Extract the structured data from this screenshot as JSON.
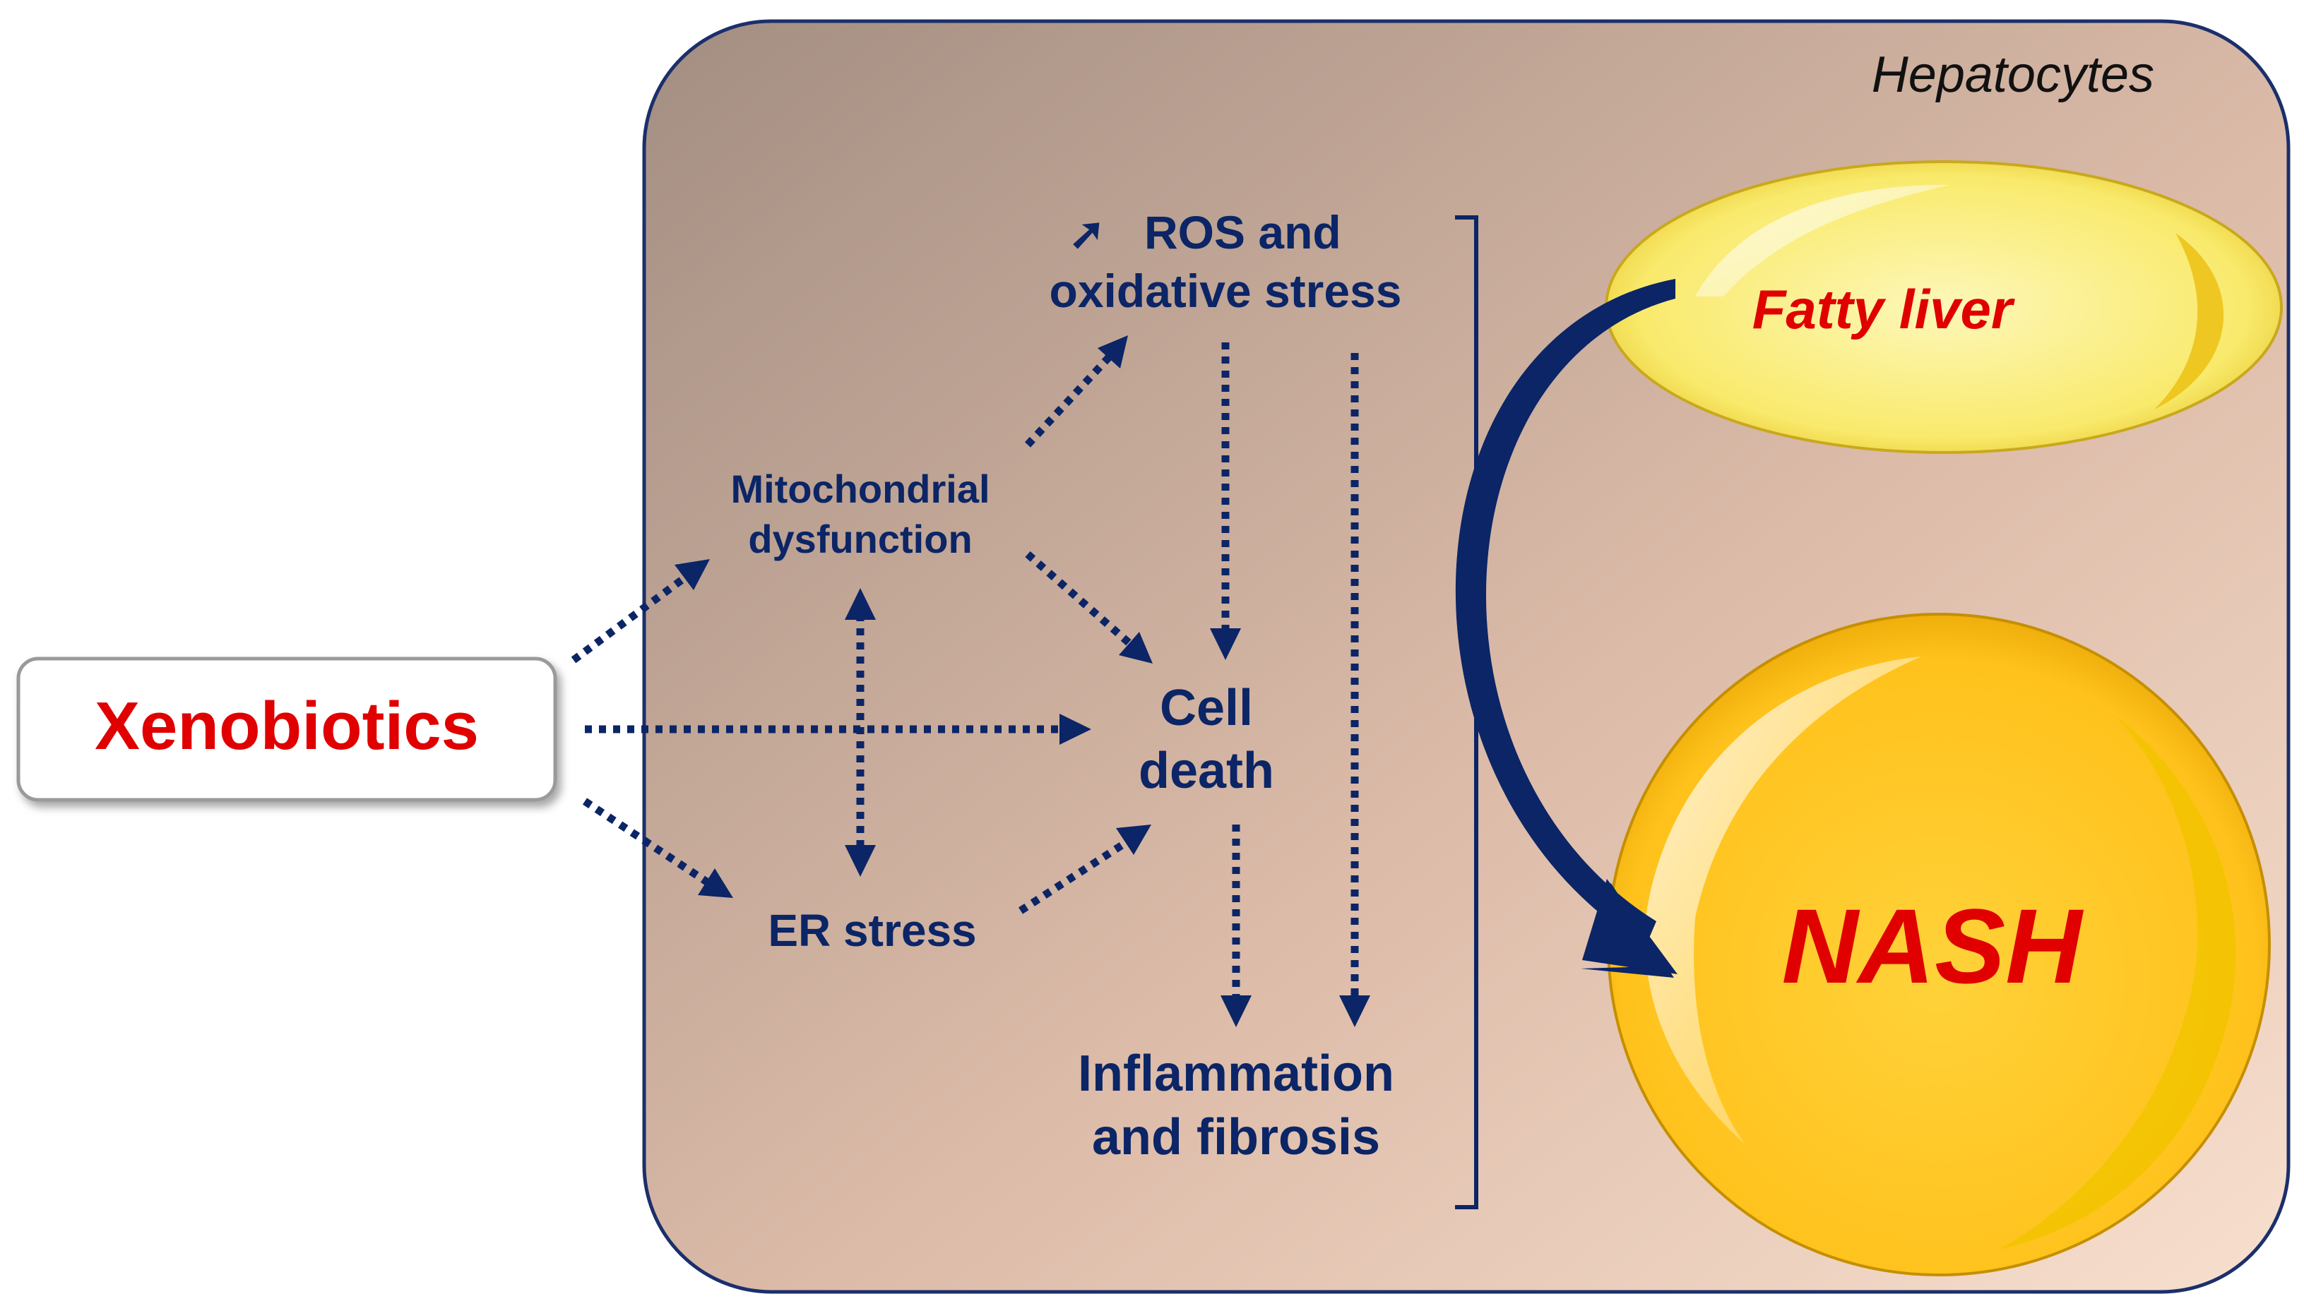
{
  "container_label": "Hepatocytes",
  "source": "Xenobiotics",
  "nodes": {
    "ros": "ROS and",
    "ros_line2": "oxidative stress",
    "ros_arrow_glyph": "➚",
    "mito": "Mitochondrial",
    "mito_line2": "dysfunction",
    "cell_death": "Cell",
    "cell_death_line2": "death",
    "er_stress": "ER stress",
    "inflammation": "Inflammation",
    "inflammation_line2": "and fibrosis"
  },
  "outcomes": {
    "fatty_liver": "Fatty liver",
    "nash": "NASH"
  },
  "colors": {
    "arrow": "#0b2566",
    "emphasis_text": "#e00000",
    "container_border": "#1b2f6b",
    "container_fill_start": "#a38e82",
    "container_fill_end": "#f6dccb",
    "ellipse_yellow": "#f7d200"
  }
}
